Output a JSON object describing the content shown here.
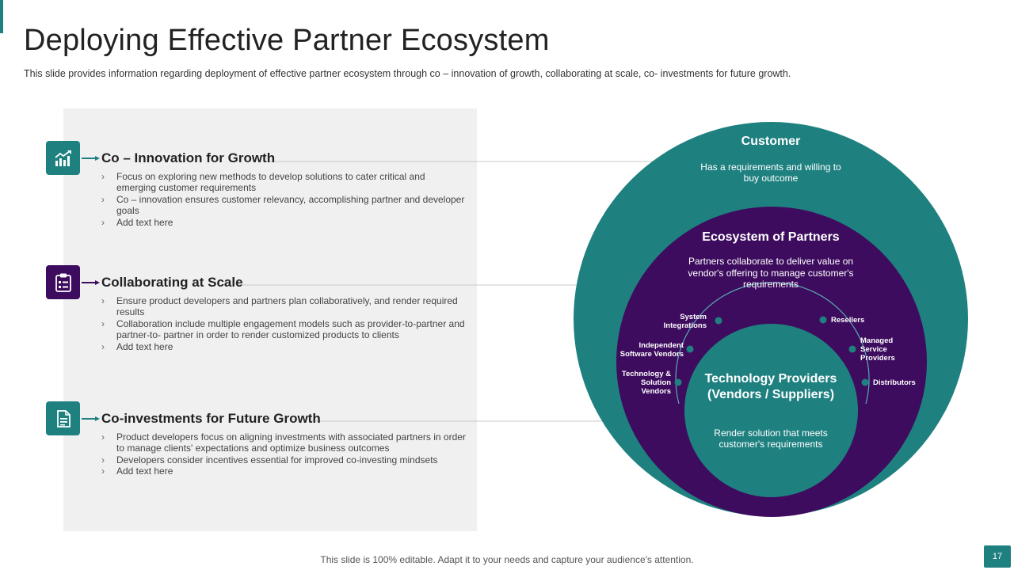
{
  "slide": {
    "title": "Deploying Effective Partner Ecosystem",
    "subtitle": "This slide provides  information  regarding  deployment  of effective  partner  ecosystem through  co – innovation  of growth,  collaborating  at scale, co- investments  for future growth.",
    "footer": "This slide is 100% editable. Adapt it to your needs and capture your audience's attention.",
    "page_number": "17"
  },
  "colors": {
    "teal": "#1f8080",
    "purple": "#3d0c5e",
    "panel": "#f0f0f0"
  },
  "sections": [
    {
      "title": "Co – Innovation for Growth",
      "icon": "growth-chart-icon",
      "bullets": [
        "Focus on exploring new methods to develop solutions to cater critical and emerging customer requirements",
        "Co – innovation ensures customer relevancy, accomplishing partner and developer goals",
        "Add text here"
      ]
    },
    {
      "title": "Collaborating at Scale",
      "icon": "clipboard-icon",
      "bullets": [
        "Ensure product developers and partners plan collaboratively, and render required results",
        "Collaboration include multiple engagement models such as provider-to-partner and partner-to- partner in order to render customized products to clients",
        "Add text here"
      ]
    },
    {
      "title": "Co-investments for Future Growth",
      "icon": "document-icon",
      "bullets": [
        "Product developers focus on aligning investments with associated partners in order to  manage clients' expectations and optimize business outcomes",
        "Developers consider incentives essential for improved co-investing mindsets",
        "Add text here"
      ]
    }
  ],
  "bullet_glyph": "›",
  "diagram": {
    "customer": {
      "title": "Customer",
      "text": "Has a requirements and willing to buy outcome"
    },
    "ecosystem": {
      "title": "Ecosystem of Partners",
      "text": "Partners collaborate to deliver value on vendor's offering to manage customer's requirements"
    },
    "providers": {
      "title": "Technology Providers (Vendors / Suppliers)",
      "text": "Render solution that meets customer's requirements"
    },
    "partner_nodes": {
      "system_integrations": "System Integrations",
      "independent_software_vendors": "Independent Software Vendors",
      "technology_solution_vendors": "Technology & Solution Vendors",
      "resellers": "Resellers",
      "managed_service_providers": "Managed Service Providers",
      "distributors": "Distributors"
    }
  }
}
